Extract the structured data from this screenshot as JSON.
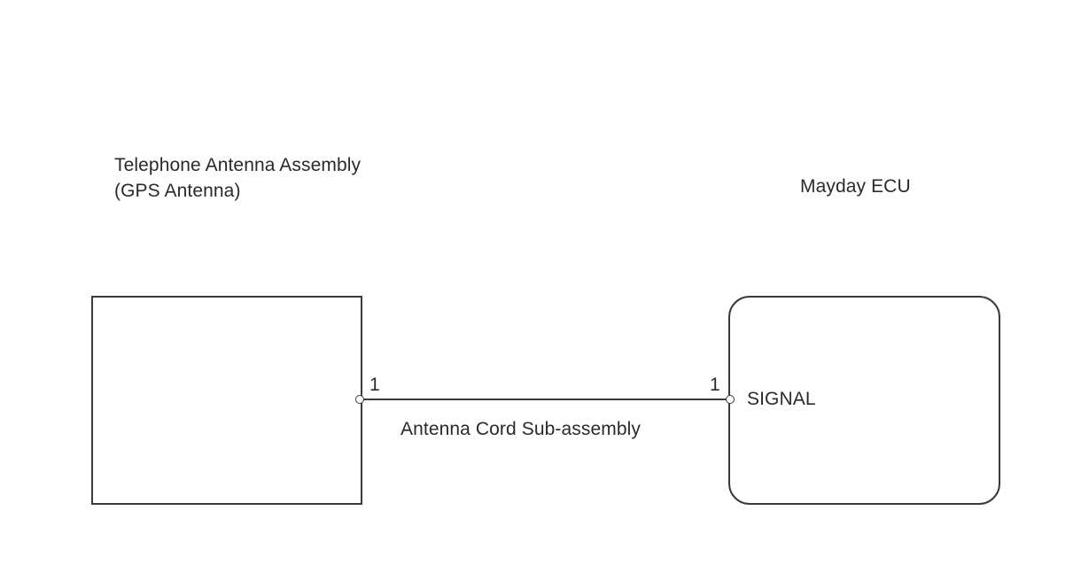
{
  "left_component": {
    "name_line_1": "Telephone Antenna Assembly",
    "name_line_2": "(GPS Antenna)",
    "pin_number": "1"
  },
  "right_component": {
    "name": "Mayday ECU",
    "pin_number": "1",
    "pin_signal": "SIGNAL"
  },
  "wire": {
    "label": "Antenna Cord Sub-assembly"
  }
}
